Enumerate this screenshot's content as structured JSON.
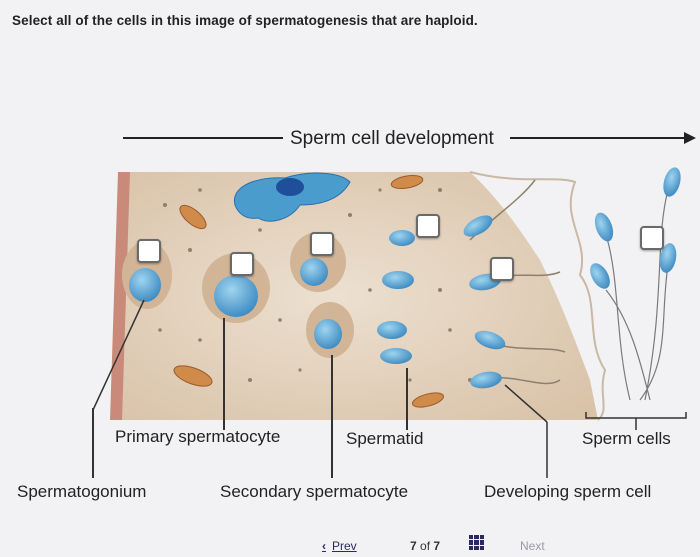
{
  "question": "Select all of the cells in this image of spermatogenesis that are haploid.",
  "diagram": {
    "header": "Sperm cell development",
    "labels": {
      "primary_spermatocyte": "Primary spermatocyte",
      "spermatid": "Spermatid",
      "sperm_cells": "Sperm cells",
      "spermatogonium": "Spermatogonium",
      "secondary_spermatocyte": "Secondary spermatocyte",
      "developing_sperm_cell": "Developing sperm cell"
    },
    "checkboxes": [
      {
        "target": "Spermatogonium",
        "checked": false
      },
      {
        "target": "Primary spermatocyte",
        "checked": false
      },
      {
        "target": "Secondary spermatocyte",
        "checked": false
      },
      {
        "target": "Spermatid",
        "checked": false
      },
      {
        "target": "Developing sperm cell",
        "checked": false
      },
      {
        "target": "Sperm cells",
        "checked": false
      }
    ]
  },
  "navigation": {
    "prev_label": "Prev",
    "prev_icon": "chevron-left-icon",
    "page_current": "7",
    "page_of": "of",
    "page_total": "7",
    "grid_icon": "grid-icon",
    "next_label": "Next"
  },
  "colors": {
    "accent": "#2a2a60",
    "tissue": "#e5d2bd",
    "cell": "#4a9ccc",
    "nucleus": "#2a6fb0"
  }
}
